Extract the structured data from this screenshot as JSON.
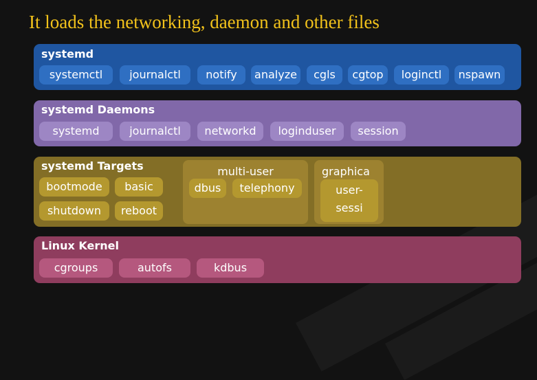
{
  "title": "It loads the networking, daemon and other files",
  "systemd": {
    "title": "systemd",
    "items": [
      "systemctl",
      "journalctl",
      "notify",
      "analyze",
      "cgls",
      "cgtop",
      "loginctl",
      "nspawn"
    ]
  },
  "daemons": {
    "title": "systemd Daemons",
    "items": [
      "systemd",
      "journalctl",
      "networkd",
      "loginduser",
      "session"
    ]
  },
  "targets": {
    "title": "systemd Targets",
    "items": [
      "bootmode",
      "basic",
      "shutdown",
      "reboot"
    ],
    "multi_user": {
      "title": "multi-user",
      "items": [
        "dbus",
        "telephony"
      ]
    },
    "graphical": {
      "title": "graphica",
      "items": [
        "user-\nsessi"
      ]
    }
  },
  "kernel": {
    "title": "Linux Kernel",
    "items": [
      "cgroups",
      "autofs",
      "kdbus"
    ]
  },
  "colors": {
    "title": "#f2c21b",
    "systemd_panel": "#1f56a1",
    "daemons_panel": "#8168a9",
    "targets_panel": "#836e26",
    "kernel_panel": "#8f3d5e"
  }
}
